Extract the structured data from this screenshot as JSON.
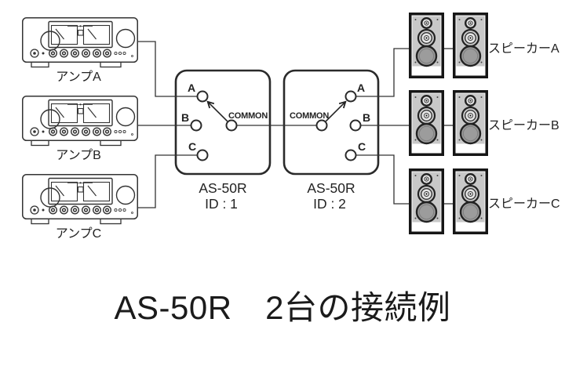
{
  "title": "AS-50R　2台の接続例",
  "amplifiers": [
    {
      "label": "アンプA"
    },
    {
      "label": "アンプB"
    },
    {
      "label": "アンプC"
    }
  ],
  "selectors": [
    {
      "model": "AS-50R",
      "id_label": "ID : 1",
      "common_label": "COMMON",
      "terminal_a": "A",
      "terminal_b": "B",
      "terminal_c": "C",
      "selected_terminal": "A"
    },
    {
      "model": "AS-50R",
      "id_label": "ID : 2",
      "common_label": "COMMON",
      "terminal_a": "A",
      "terminal_b": "B",
      "terminal_c": "C",
      "selected_terminal": "A"
    }
  ],
  "speakers": [
    {
      "label": "スピーカーA"
    },
    {
      "label": "スピーカーB"
    },
    {
      "label": "スピーカーC"
    }
  ],
  "colors": {
    "line": "#333333",
    "selector_stroke": "#2a2a2a",
    "speaker_frame": "#161616",
    "speaker_face": "#c8c8c8",
    "woofer": "#9c9c9c",
    "text": "#222222",
    "title_text": "#1b1b1b",
    "background": "#ffffff"
  }
}
